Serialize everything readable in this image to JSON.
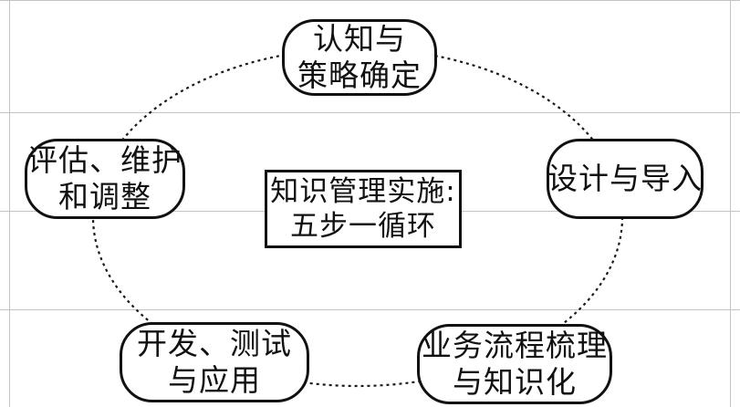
{
  "diagram": {
    "center": {
      "line1": "知识管理实施:",
      "line2": "五步一循环"
    },
    "steps": [
      {
        "line1": "认知与",
        "line2": "策略确定"
      },
      {
        "line1": "设计与导入",
        "line2": ""
      },
      {
        "line1": "业务流程梳理",
        "line2": "与知识化"
      },
      {
        "line1": "开发、测试",
        "line2": "与应用"
      },
      {
        "line1": "评估、维护",
        "line2": "和调整"
      }
    ]
  }
}
